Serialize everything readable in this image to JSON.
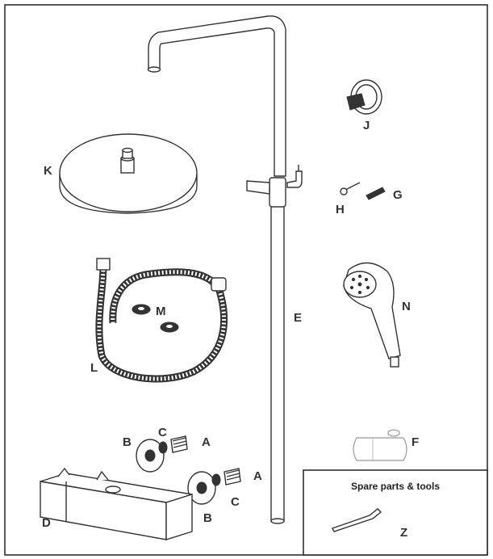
{
  "diagram": {
    "labels": {
      "A1": "A",
      "A2": "A",
      "B1": "B",
      "B2": "B",
      "C1": "C",
      "C2": "C",
      "D": "D",
      "E": "E",
      "F": "F",
      "G": "G",
      "H": "H",
      "J": "J",
      "K": "K",
      "L": "L",
      "M": "M",
      "N": "N",
      "Z": "Z"
    },
    "spare_box": {
      "title": "Spare parts & tools"
    }
  }
}
